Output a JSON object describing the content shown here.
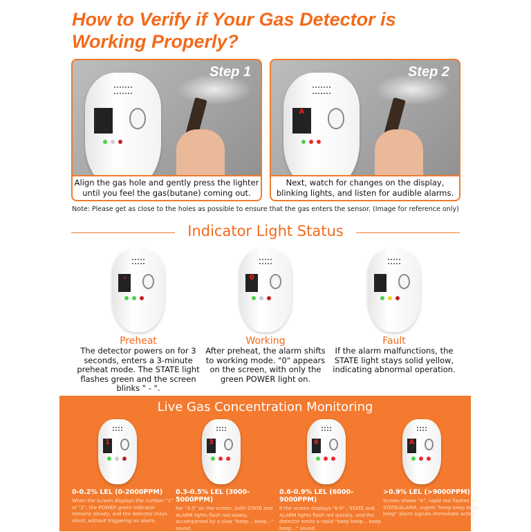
{
  "title": {
    "line1": "How to Verify if Your Gas Detector is",
    "line2": "Working Properly?"
  },
  "steps": [
    {
      "label": "Step 1",
      "display": "",
      "caption": "Align the gas hole and gently press the lighter until you feel the gas(butane) coming out.",
      "leds": [
        "#4cd14c",
        "#cccccc",
        "#c02020"
      ]
    },
    {
      "label": "Step 2",
      "display": "A",
      "caption": "Next, watch for changes on the display, blinking lights, and listen for audible alarms.",
      "leds": [
        "#4cd14c",
        "#ee2a2a",
        "#ee2a2a"
      ]
    }
  ],
  "note": "Note: Please get as close to the holes as possible to ensure that the gas enters the sensor. (Image for reference only)",
  "indicator": {
    "title": "Indicator Light Status",
    "items": [
      {
        "name": "Preheat",
        "display": "-",
        "desc": "The detector powers on for 3 seconds, enters a 3-minute preheat mode. The STATE light flashes green and the screen blinks \" - \".",
        "leds": [
          "#4cd14c",
          "#4cd14c",
          "#c02020"
        ]
      },
      {
        "name": "Working",
        "display": "0",
        "desc": "After preheat, the alarm shifts to working mode. \"0\" appears on the screen, with only the green POWER light on.",
        "leds": [
          "#4cd14c",
          "#cccccc",
          "#c02020"
        ]
      },
      {
        "name": "Fault",
        "display": "",
        "desc": "If the alarm malfunctions, the STATE light stays solid yellow, indicating abnormal operation.",
        "leds": [
          "#4cd14c",
          "#f2d21c",
          "#c02020"
        ]
      }
    ]
  },
  "live": {
    "title": "Live Gas Concentration Monitoring",
    "items": [
      {
        "range": "0-0.2% LEL (0-2000PPM)",
        "display": "1",
        "desc": "When the screen displays the number \"1\" or \"2\", the POWER green indicator remains steady, and the detector stays silent, without triggering an alarm.",
        "leds": [
          "#4cd14c",
          "#cccccc",
          "#c02020"
        ]
      },
      {
        "range": "0.3-0.5% LEL (3000-5000PPM)",
        "display": "3",
        "desc": "For \"3-5\" on the screen, both STATE and ALARM lights flash red slowly, accompanied by a slow \"beep... beep...\" sound.",
        "leds": [
          "#4cd14c",
          "#ee2a2a",
          "#ee2a2a"
        ]
      },
      {
        "range": "0.6-0.9% LEL (6000-9000PPM)",
        "display": "6",
        "desc": "If the screen displays \"6-9\" , STATE and ALARM lights flash red quickly, and the detector emits a rapid \"beep beep... beep beep...\" sound.",
        "leds": [
          "#4cd14c",
          "#ee2a2a",
          "#ee2a2a"
        ]
      },
      {
        "range": ">0.9% LEL (>9000PPM)",
        "display": "A",
        "desc": "Screen shows \"A\", rapid red flashes on STATE/ALARM, urgent \"beep beep beep beep\" alarm signals immediate action.",
        "leds": [
          "#4cd14c",
          "#ee2a2a",
          "#ee2a2a"
        ]
      }
    ]
  }
}
